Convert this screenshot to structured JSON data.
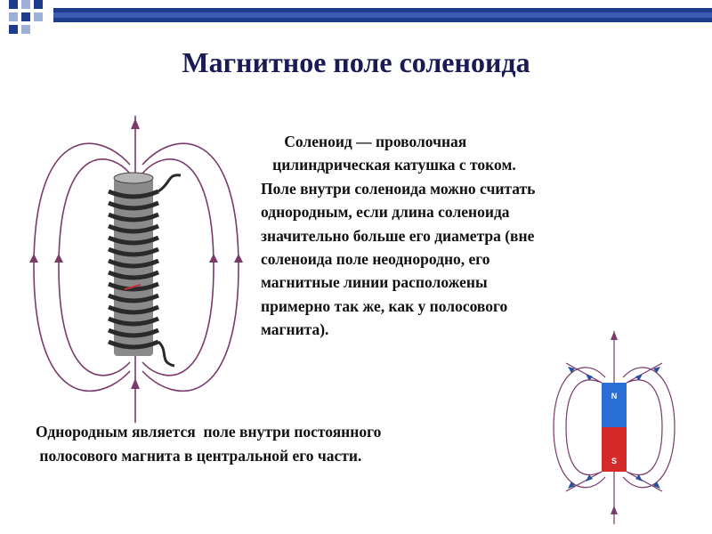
{
  "slide": {
    "title": "Магнитное поле соленоида",
    "description_lines": [
      "      Соленоид — проволочная",
      "   цилиндрическая катушка с током.",
      "Поле внутри соленоида можно считать",
      "однородным, если длина соленоида",
      "значительно больше его диаметра (вне",
      "соленоида поле неоднородно, его",
      "магнитные линии расположены",
      "примерно так же, как у полосового",
      "магнита)."
    ],
    "note_lines": [
      "Однородным является  поле внутри постоянного",
      " полосового магнита в центральной его части."
    ]
  },
  "magnet": {
    "north_label": "N",
    "south_label": "S",
    "north_color": "#2a6fd6",
    "south_color": "#d42a2a"
  },
  "colors": {
    "field_line": "#7a3a6a",
    "title": "#1a1a55",
    "deco_blue": "#1f3b8c",
    "deco_light": "#9fb0d6",
    "coil": "#2a2a2a"
  }
}
